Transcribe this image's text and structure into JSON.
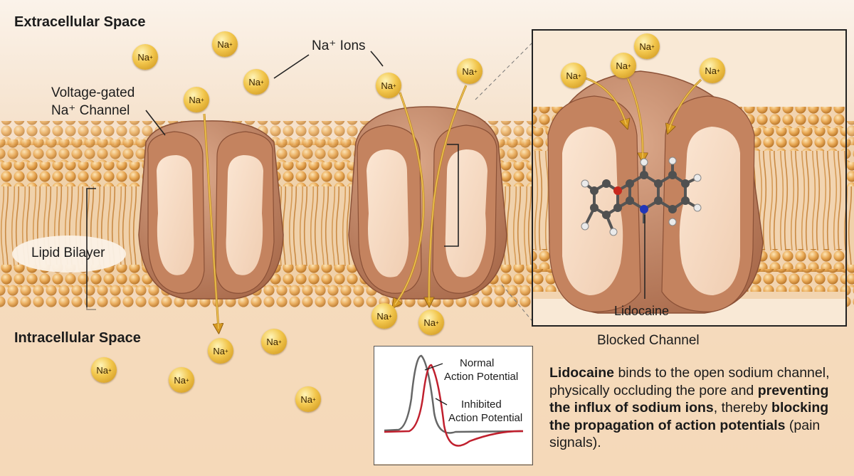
{
  "labels": {
    "extracellular": "Extracellular Space",
    "intracellular": "Intracellular Space",
    "na_ions": "Na⁺ Ions",
    "channel_line1": "Voltage-gated",
    "channel_line2": "Na⁺ Channel",
    "bilayer": "Lipid Bilayer",
    "lidocaine": "Lidocaine",
    "blocked_channel": "Blocked Channel",
    "normal_ap_line1": "Normal",
    "normal_ap_line2": "Action Potential",
    "inhibited_ap_line1": "Inhibited",
    "inhibited_ap_line2": "Action Potential"
  },
  "ion": {
    "symbol": "Na",
    "charge": "+"
  },
  "caption": {
    "p1_bold": "Lidocaine",
    "p2": " binds to the open sodium channel, physically occluding the pore and ",
    "p3_bold": "preventing the influx of sodium ions",
    "p4": ", thereby ",
    "p5_bold": "blocking the propagation of action potentials",
    "p6": " (pain signals)."
  },
  "colors": {
    "background": "#f7e8d6",
    "channel": "#c98a66",
    "lipid_head": "#e9a955",
    "ion_gold": "#f2c64c",
    "normal_ap": "#666666",
    "inhibited_ap": "#c0202e"
  }
}
